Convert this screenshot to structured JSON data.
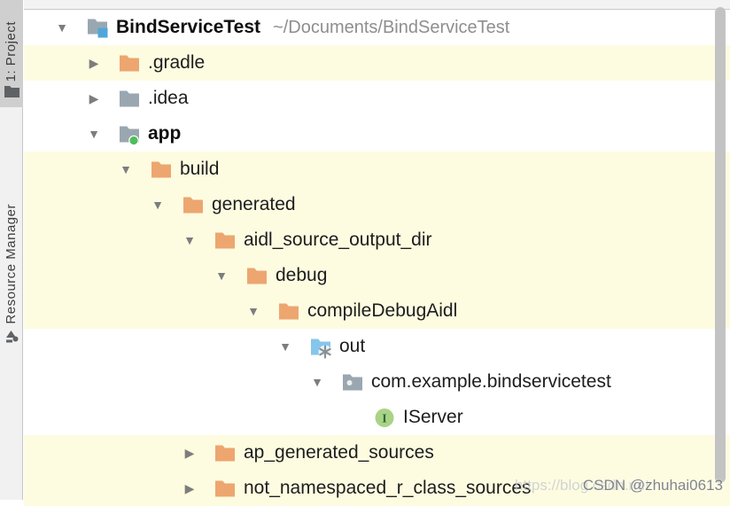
{
  "sidebar": {
    "tabs": [
      {
        "label": "1: Project",
        "icon": "project-tool-window",
        "selected": true
      },
      {
        "label": "Resource Manager",
        "icon": "resource-manager",
        "selected": false
      }
    ]
  },
  "tree": {
    "rows": [
      {
        "label": "BindServiceTest",
        "path": "~/Documents/BindServiceTest",
        "level": 0,
        "icon": "project-root-folder",
        "state": "expanded",
        "bold": true,
        "highlighted": false
      },
      {
        "label": ".gradle",
        "level": 1,
        "icon": "orange-folder",
        "state": "collapsed",
        "bold": false,
        "highlighted": true
      },
      {
        "label": ".idea",
        "level": 1,
        "icon": "gray-folder",
        "state": "collapsed",
        "bold": false,
        "highlighted": false
      },
      {
        "label": "app",
        "level": 1,
        "icon": "app-module-folder",
        "state": "expanded",
        "bold": true,
        "highlighted": false
      },
      {
        "label": "build",
        "level": 2,
        "icon": "orange-folder",
        "state": "expanded",
        "bold": false,
        "highlighted": true
      },
      {
        "label": "generated",
        "level": 3,
        "icon": "orange-folder",
        "state": "expanded",
        "bold": false,
        "highlighted": true
      },
      {
        "label": "aidl_source_output_dir",
        "level": 4,
        "icon": "orange-folder",
        "state": "expanded",
        "bold": false,
        "highlighted": true
      },
      {
        "label": "debug",
        "level": 5,
        "icon": "orange-folder",
        "state": "expanded",
        "bold": false,
        "highlighted": true
      },
      {
        "label": "compileDebugAidl",
        "level": 6,
        "icon": "orange-folder",
        "state": "expanded",
        "bold": false,
        "highlighted": true
      },
      {
        "label": "out",
        "level": 7,
        "icon": "generated-sources-folder",
        "state": "expanded",
        "bold": false,
        "highlighted": false
      },
      {
        "label": "com.example.bindservicetest",
        "level": 8,
        "icon": "package-folder",
        "state": "expanded",
        "bold": false,
        "highlighted": false
      },
      {
        "label": "IServer",
        "level": 9,
        "icon": "interface-badge",
        "state": "leaf",
        "bold": false,
        "highlighted": false
      },
      {
        "label": "ap_generated_sources",
        "level": 4,
        "icon": "orange-folder",
        "state": "collapsed",
        "bold": false,
        "highlighted": true
      },
      {
        "label": "not_namespaced_r_class_sources",
        "level": 4,
        "icon": "orange-folder",
        "state": "collapsed",
        "bold": false,
        "highlighted": true
      }
    ]
  },
  "watermark": {
    "url_text": "https://blog.csdn.net",
    "handle_text": "CSDN @zhuhai0613"
  },
  "colors": {
    "highlight_row": "#FDFCE1",
    "folder_orange": "#EDA66F",
    "folder_gray": "#9AA7B0",
    "folder_blue": "#85C6EC",
    "accent_blue_square": "#4FA7DA",
    "accent_green_dot": "#4FBE5C",
    "interface_green": "#A9D387",
    "interface_letter": "#356535",
    "tree_text": "#262626",
    "path_text": "#8E8E8E",
    "scrollbar": "#C3C3C3"
  }
}
